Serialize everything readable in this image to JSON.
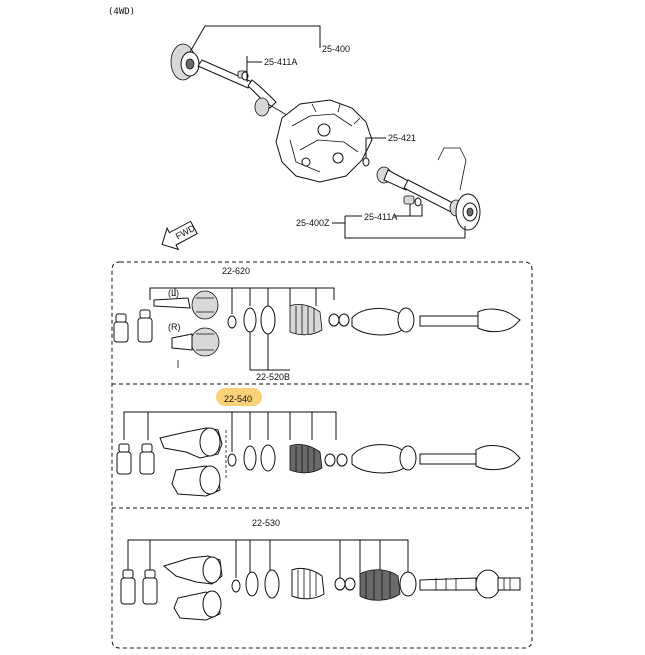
{
  "header": {
    "variant": "(4WD)"
  },
  "top_assembly": {
    "labels": {
      "left_shaft": "25-400",
      "left_boot_kit": "25-411A",
      "right_seal": "25-421",
      "right_shaft": "25-400Z",
      "right_boot_kit": "25-411A"
    },
    "direction_marker": "FWD"
  },
  "panel_1": {
    "title": "22-620",
    "bottom_label": "22-520B",
    "side_marks": [
      "(L)",
      "(R)"
    ]
  },
  "panel_2": {
    "title": "22-540",
    "highlight_color": "#f7c14a"
  },
  "panel_3": {
    "title": "22-530"
  }
}
